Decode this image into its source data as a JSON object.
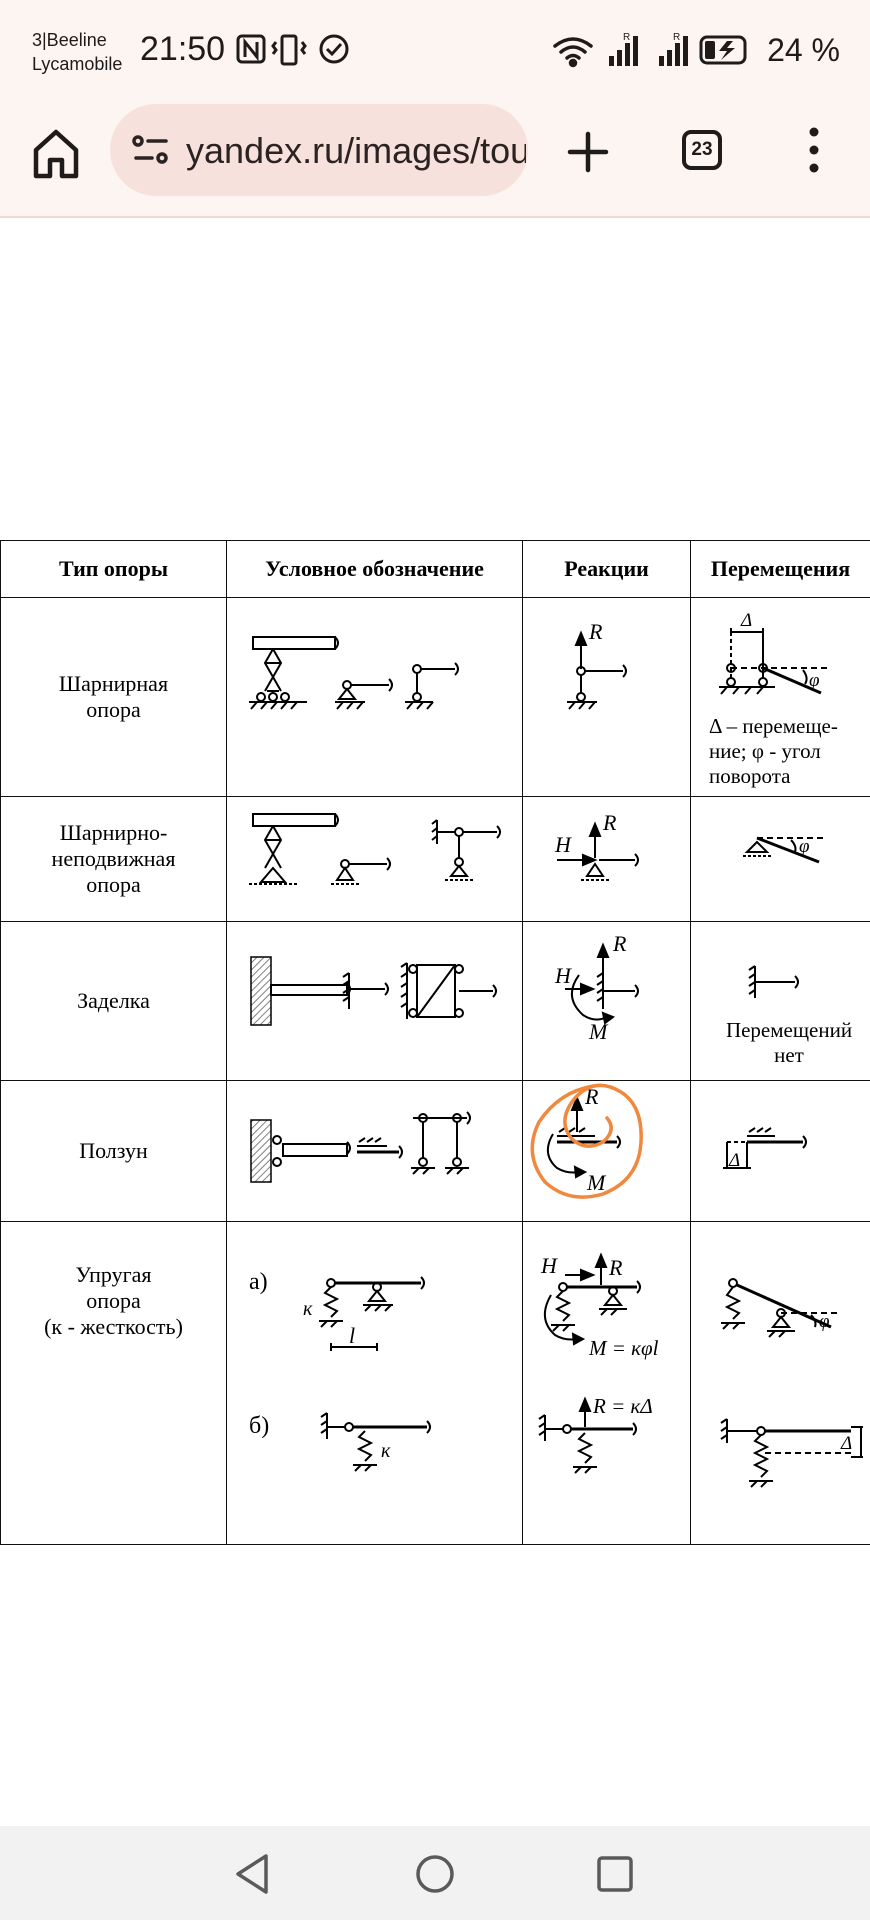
{
  "status_bar": {
    "carrier_line1": "3|Beeline",
    "carrier_line2": "Lycamobile",
    "time": "21:50",
    "battery": "24 %",
    "signal_badge_1": "R",
    "signal_badge_2": "R"
  },
  "browser": {
    "url": "yandex.ru/images/touch",
    "tab_count": "23"
  },
  "table": {
    "headers": [
      "Тип опоры",
      "Условное обозначение",
      "Реакции",
      "Перемещения"
    ],
    "rows": [
      {
        "name_line1": "Шарнирная",
        "name_line2": "опора",
        "name_line3": "",
        "disp_note_1": "Δ – перемеще-",
        "disp_note_2": "ние; φ - угол",
        "disp_note_3": "поворота"
      },
      {
        "name_line1": "Шарнирно-",
        "name_line2": "неподвижная",
        "name_line3": "опора"
      },
      {
        "name_line1": "Заделка",
        "name_line2": "",
        "name_line3": "",
        "disp_note_1": "Перемещений",
        "disp_note_2": "нет"
      },
      {
        "name_line1": "Ползун",
        "name_line2": "",
        "name_line3": ""
      },
      {
        "name_line1": "Упругая",
        "name_line2": "опора",
        "name_line3": "(к - жесткость)",
        "variant_a": "а)",
        "variant_b": "б)"
      }
    ],
    "labels": {
      "R": "R",
      "H": "H",
      "M": "M",
      "k": "к",
      "l": "l",
      "delta": "Δ",
      "phi": "φ",
      "moment_eq": "M = кφl",
      "reaction_eq": "R = кΔ"
    }
  },
  "colors": {
    "chrome_bg": "#fcf5f1",
    "url_bg": "#f7e1dc",
    "annotation": "#f0883e",
    "navbar_bg": "#f3f2f2"
  }
}
